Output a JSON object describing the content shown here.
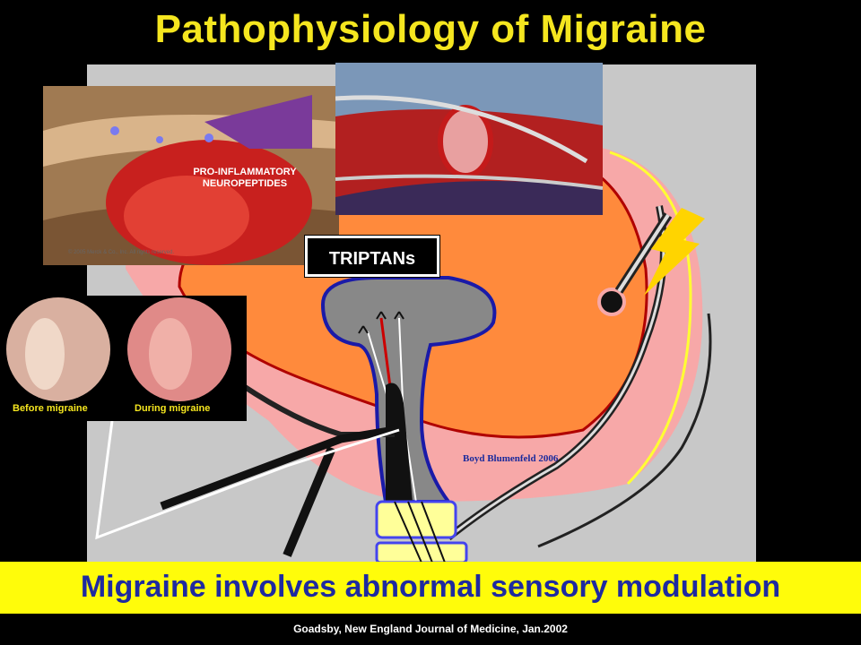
{
  "title": "Pathophysiology of Migraine",
  "images": {
    "neuropeptide_caption_line1": "PRO-INFLAMMATORY",
    "neuropeptide_caption_line2": "NEUROPEPTIDES",
    "copyright": "© 2005 Merck & Co., Inc. All rights reserved."
  },
  "callout": {
    "label": "TRIPTANs"
  },
  "photos": {
    "before_label": "Before migraine",
    "during_label": "During migraine"
  },
  "diagram": {
    "credit": "Boyd Blumenfeld 2006"
  },
  "banner": {
    "text": "Migraine involves abnormal sensory modulation"
  },
  "citation": "Goadsby, New England Journal of Medicine, Jan.2002",
  "colors": {
    "title_yellow": "#f5e61f",
    "banner_yellow": "#fffc0a",
    "banner_text": "#1e2aa0",
    "brain_orange": "#ff8a3c",
    "meninges_pink": "#f7a8a8",
    "diagram_grey": "#c8c8c8"
  }
}
